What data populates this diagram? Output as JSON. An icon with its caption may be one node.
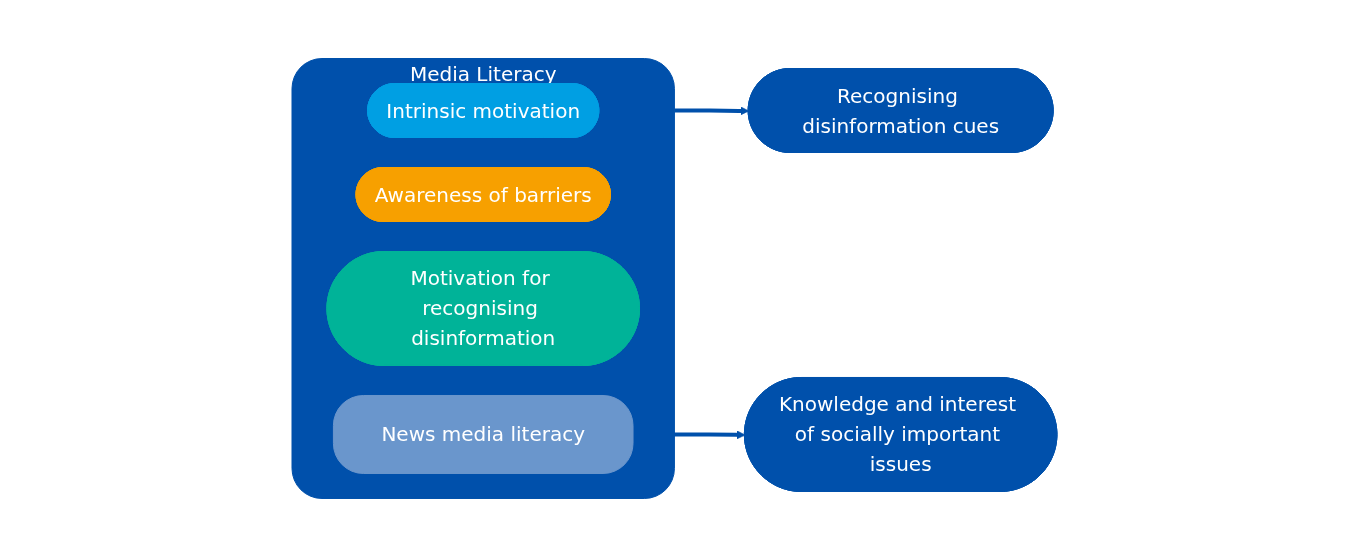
{
  "diagram": {
    "nodes": [
      {
        "text": [
          "Media Literacy"
        ]
      },
      {
        "text": [
          "Intrinsic motivation"
        ],
        "in": 0
      },
      {
        "text": [
          "Awareness of barriers"
        ],
        "in": 0
      },
      {
        "text": [
          "Motivation for recognising disinformation"
        ],
        "in": 0
      },
      {
        "text": [
          "News media literacy"
        ],
        "in": 0
      },
      {
        "text": [
          "Recognising disinformation cues"
        ]
      },
      {
        "text": [
          "Knowledge and interest of socially important issues"
        ]
      }
    ],
    "edges": [
      {
        "from": 0,
        "to": 5,
        "arrow": "to"
      },
      {
        "from": 4,
        "to": 6,
        "arrow": "to"
      }
    ]
  }
}
